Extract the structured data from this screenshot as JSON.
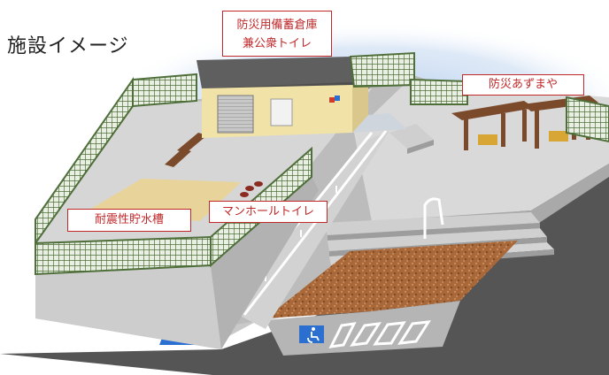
{
  "title": "施設イメージ",
  "labels": {
    "warehouse_line1": "防災用備蓄倉庫",
    "warehouse_line2": "兼公衆トイレ",
    "azumaya": "防災あずまや",
    "water_tank": "耐震性貯水槽",
    "manhole_toilet": "マンホールトイレ"
  },
  "colors": {
    "sky_glow": "#c9dcf2",
    "fence_green": "#4f6f3a",
    "wall_grey": "#d3d3d3",
    "pavement": "#a6a6a6",
    "road": "#555555",
    "gravel": "#a8683a",
    "building": "#f1e2a8",
    "roof": "#5f5f5f",
    "pergola": "#7a4a2a",
    "accessible_blue": "#2b6fd0",
    "label_red": "#c0282a"
  }
}
